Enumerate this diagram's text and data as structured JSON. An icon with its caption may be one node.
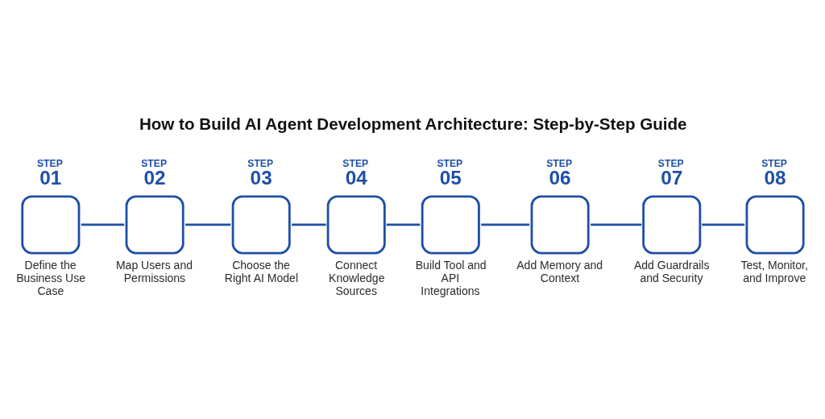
{
  "diagram": {
    "title": "How to Build AI Agent Development Architecture: Step-by-Step Guide",
    "nodes": [
      {
        "text": [
          "STEP 01",
          "Define the Business Use Case"
        ]
      },
      {
        "text": [
          "STEP 02",
          "Map Users and Permissions"
        ]
      },
      {
        "text": [
          "STEP 03",
          "Choose the Right AI Model"
        ]
      },
      {
        "text": [
          "STEP 04",
          "Connect Knowledge Sources"
        ]
      },
      {
        "text": [
          "STEP 05",
          "Build Tool and API Integrations"
        ]
      },
      {
        "text": [
          "STEP 06",
          "Add Memory and Context"
        ]
      },
      {
        "text": [
          "STEP 07",
          "Add Guardrails and Security"
        ]
      },
      {
        "text": [
          "STEP 08",
          "Test, Monitor, and Improve"
        ]
      }
    ],
    "edges": [
      {
        "from": 0,
        "to": 1,
        "arrow": "none"
      },
      {
        "from": 1,
        "to": 2,
        "arrow": "none"
      },
      {
        "from": 2,
        "to": 3,
        "arrow": "none"
      },
      {
        "from": 3,
        "to": 4,
        "arrow": "none"
      },
      {
        "from": 4,
        "to": 5,
        "arrow": "none"
      },
      {
        "from": 5,
        "to": 6,
        "arrow": "none"
      },
      {
        "from": 6,
        "to": 7,
        "arrow": "none"
      }
    ]
  }
}
